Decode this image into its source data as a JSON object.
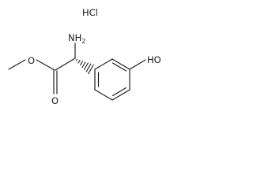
{
  "molecule": {
    "salt_label": "HCl",
    "amine": {
      "symbol": "NH",
      "subscript": "2"
    },
    "hydroxyl_label": "HO",
    "carbonyl_oxygen_label": "O",
    "ester_oxygen_label": "O"
  }
}
